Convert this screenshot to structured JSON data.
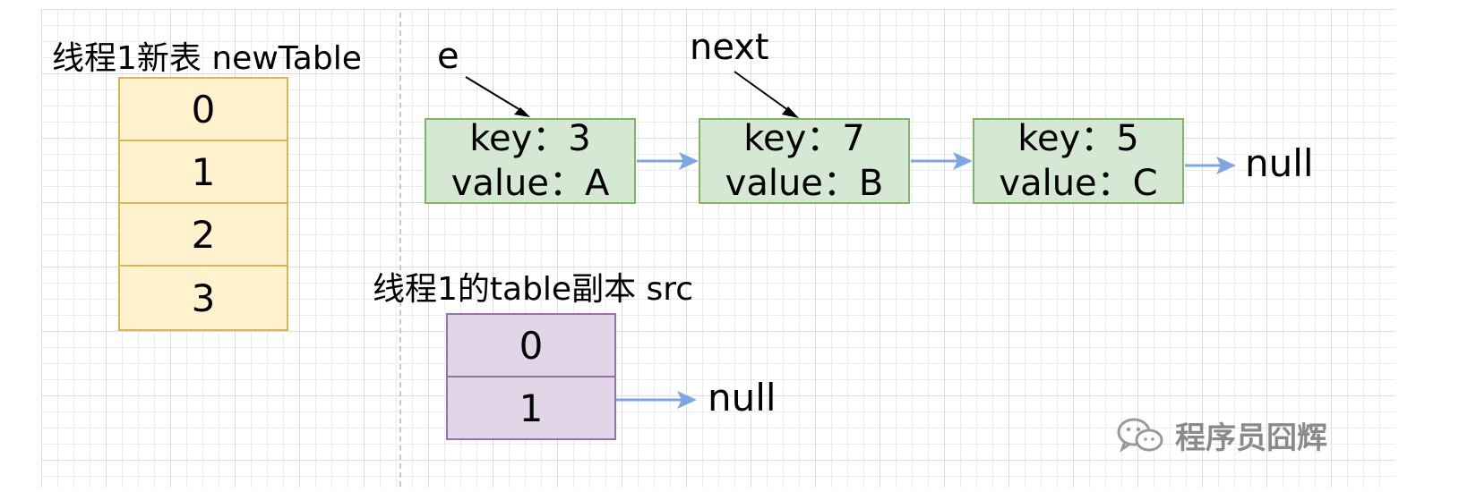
{
  "new_table": {
    "title": "线程1新表 newTable",
    "cells": [
      "0",
      "1",
      "2",
      "3"
    ]
  },
  "list": {
    "nodes": [
      {
        "key": "key：3",
        "value": "value：A"
      },
      {
        "key": "key：7",
        "value": "value：B"
      },
      {
        "key": "key：5",
        "value": "value：C"
      }
    ],
    "pointer_e": "e",
    "pointer_next": "next",
    "tail": "null"
  },
  "src_table": {
    "title": "线程1的table副本 src",
    "cells": [
      "0",
      "1"
    ],
    "tail": "null"
  },
  "watermark": {
    "text": "程序员囧辉",
    "icon": "wechat-icon"
  },
  "colors": {
    "yellow_fill": "#fff2cc",
    "yellow_stroke": "#d6b656",
    "green_fill": "#d5e8d4",
    "green_stroke": "#82b366",
    "purple_fill": "#e1d5e7",
    "purple_stroke": "#9673a6",
    "arrow_blue": "#7ea6e0"
  }
}
